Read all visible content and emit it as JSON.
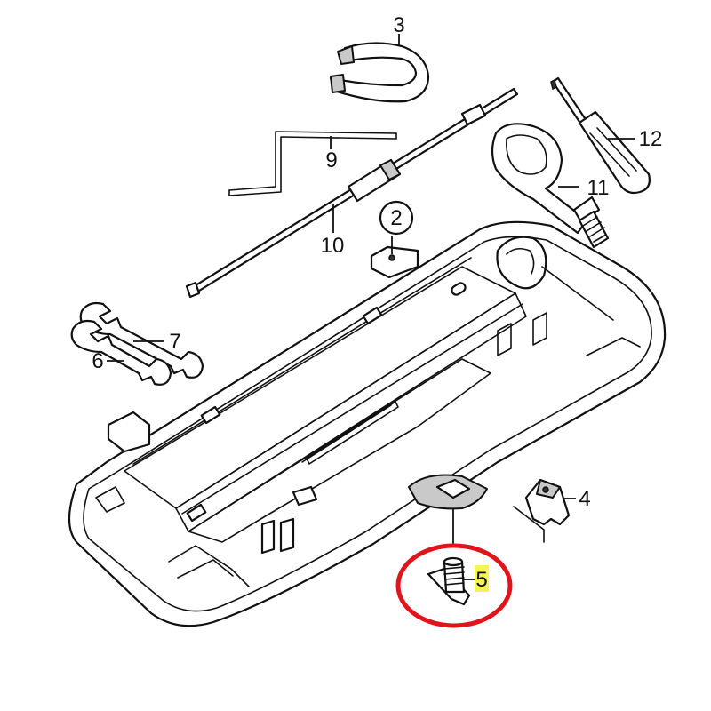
{
  "callouts": {
    "c2": "2",
    "c3": "3",
    "c4": "4",
    "c5": "5",
    "c6": "6",
    "c7": "7",
    "c9": "9",
    "c10": "10",
    "c11": "11",
    "c12": "12"
  },
  "colors": {
    "highlight_ring": "#e0141b",
    "label_highlight": "#f5f35a",
    "line": "#111111",
    "shade": "#c9c9c9"
  },
  "icons": {
    "part_2": "mounting-bracket-icon",
    "part_3": "u-clip-icon",
    "part_4": "clip-nut-icon",
    "part_5": "threaded-bolt-icon",
    "part_6_7": "double-open-wrench-icon",
    "part_9": "hex-key-icon",
    "part_10": "jack-rod-icon",
    "part_11": "towing-eye-icon",
    "part_12": "screwdriver-icon",
    "tray": "tool-tray-icon"
  }
}
